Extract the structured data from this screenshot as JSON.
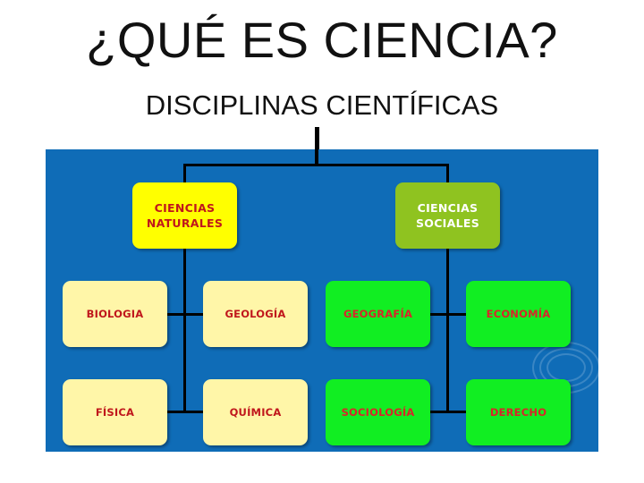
{
  "title": "¿QUÉ ES CIENCIA?",
  "subtitle": "DISCIPLINAS CIENTÍFICAS",
  "colors": {
    "panel": "#0f6cb7",
    "naturales_head": "#ffff00",
    "sociales_head": "#8fc320",
    "naturales_leaf": "#fff6a8",
    "sociales_leaf": "#11ee22",
    "naturales_text": "#c0171c",
    "sociales_text": "#ffffff",
    "naturales_leaf_text": "#c0171c",
    "sociales_leaf_text": "#d8262a",
    "connector": "#000000"
  },
  "diagram": {
    "naturales": {
      "line1": "CIENCIAS",
      "line2": "NATURALES",
      "children": [
        "BIOLOGIA",
        "GEOLOGÍA",
        "FÍSICA",
        "QUÍMICA"
      ]
    },
    "sociales": {
      "line1": "CIENCIAS",
      "line2": "SOCIALES",
      "children": [
        "GEOGRAFÍA",
        "ECONOMÍA",
        "SOCIOLOGÍA",
        "DERECHO"
      ]
    }
  }
}
